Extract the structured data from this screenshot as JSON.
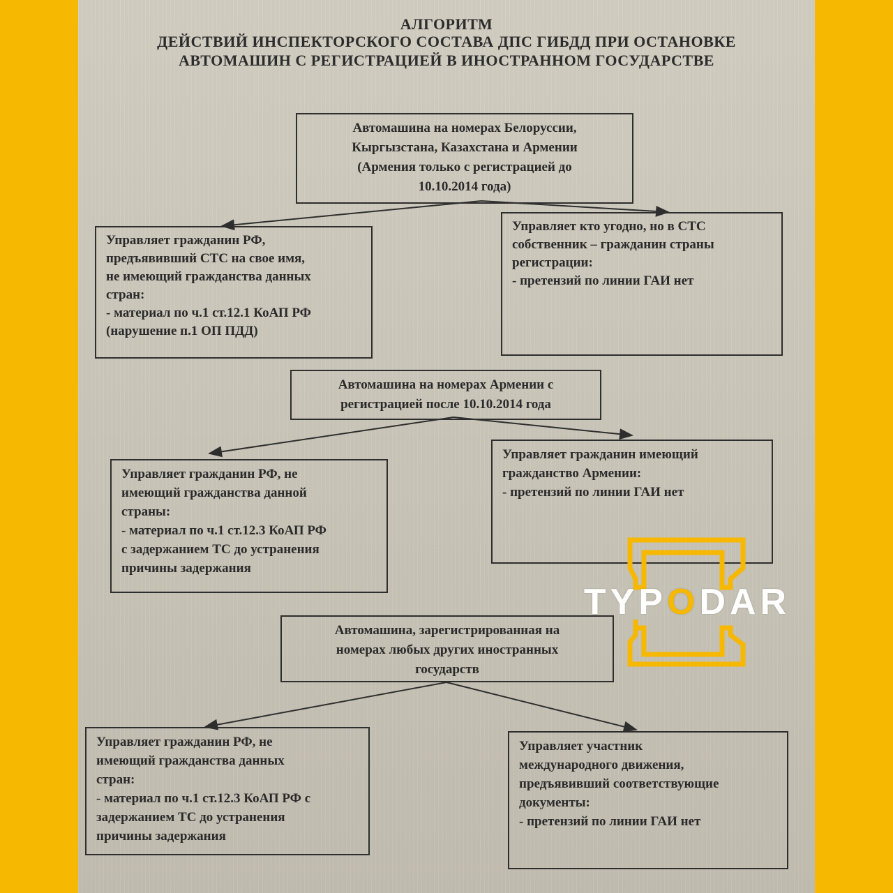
{
  "title": {
    "line1": "АЛГОРИТМ",
    "line2": "ДЕЙСТВИЙ ИНСПЕКТОРСКОГО СОСТАВА ДПС ГИБДД ПРИ ОСТАНОВКЕ",
    "line3": "АВТОМАШИН С РЕГИСТРАЦИЕЙ В ИНОСТРАННОМ ГОСУДАРСТВЕ"
  },
  "block1": {
    "top": [
      "Автомашина на номерах Белоруссии,",
      "Кыргызстана, Казахстана и Армении",
      "(Армения только с регистрацией до",
      "10.10.2014 года)"
    ],
    "left": [
      "Управляет гражданин РФ,",
      "предъявивший СТС на свое имя,",
      "не имеющий гражданства данных",
      "стран:",
      "- материал по ч.1 ст.12.1 КоАП РФ",
      "(нарушение п.1 ОП ПДД)"
    ],
    "right": [
      "Управляет кто угодно, но в СТС",
      "собственник – гражданин страны",
      "регистрации:",
      "- претензий по линии ГАИ нет"
    ]
  },
  "block2": {
    "top": [
      "Автомашина на номерах Армении с",
      "регистрацией после 10.10.2014 года"
    ],
    "left": [
      "Управляет гражданин РФ, не",
      "имеющий гражданства данной",
      "страны:",
      "- материал по ч.1 ст.12.3 КоАП РФ",
      "с задержанием ТС до устранения",
      "причины задержания"
    ],
    "right": [
      "Управляет гражданин имеющий",
      "гражданство Армении:",
      "- претензий по линии ГАИ нет"
    ]
  },
  "block3": {
    "top": [
      "Автомашина, зарегистрированная на",
      "номерах любых других иностранных",
      "государств"
    ],
    "left": [
      "Управляет гражданин РФ, не",
      "имеющий гражданства данных",
      "стран:",
      "- материал по ч.1 ст.12.3 КоАП РФ с",
      "задержанием ТС до устранения",
      "причины задержания"
    ],
    "right": [
      "Управляет участник",
      "международного движения,",
      "предъявивший соответствующие",
      "документы:",
      "- претензий по линии ГАИ нет"
    ]
  },
  "watermark": {
    "text_before": "TYP",
    "text_o": "O",
    "text_after": "DAR"
  },
  "colors": {
    "frame": "#f6b800",
    "paper": "#cbc6b9",
    "ink": "#2a2a2a"
  }
}
